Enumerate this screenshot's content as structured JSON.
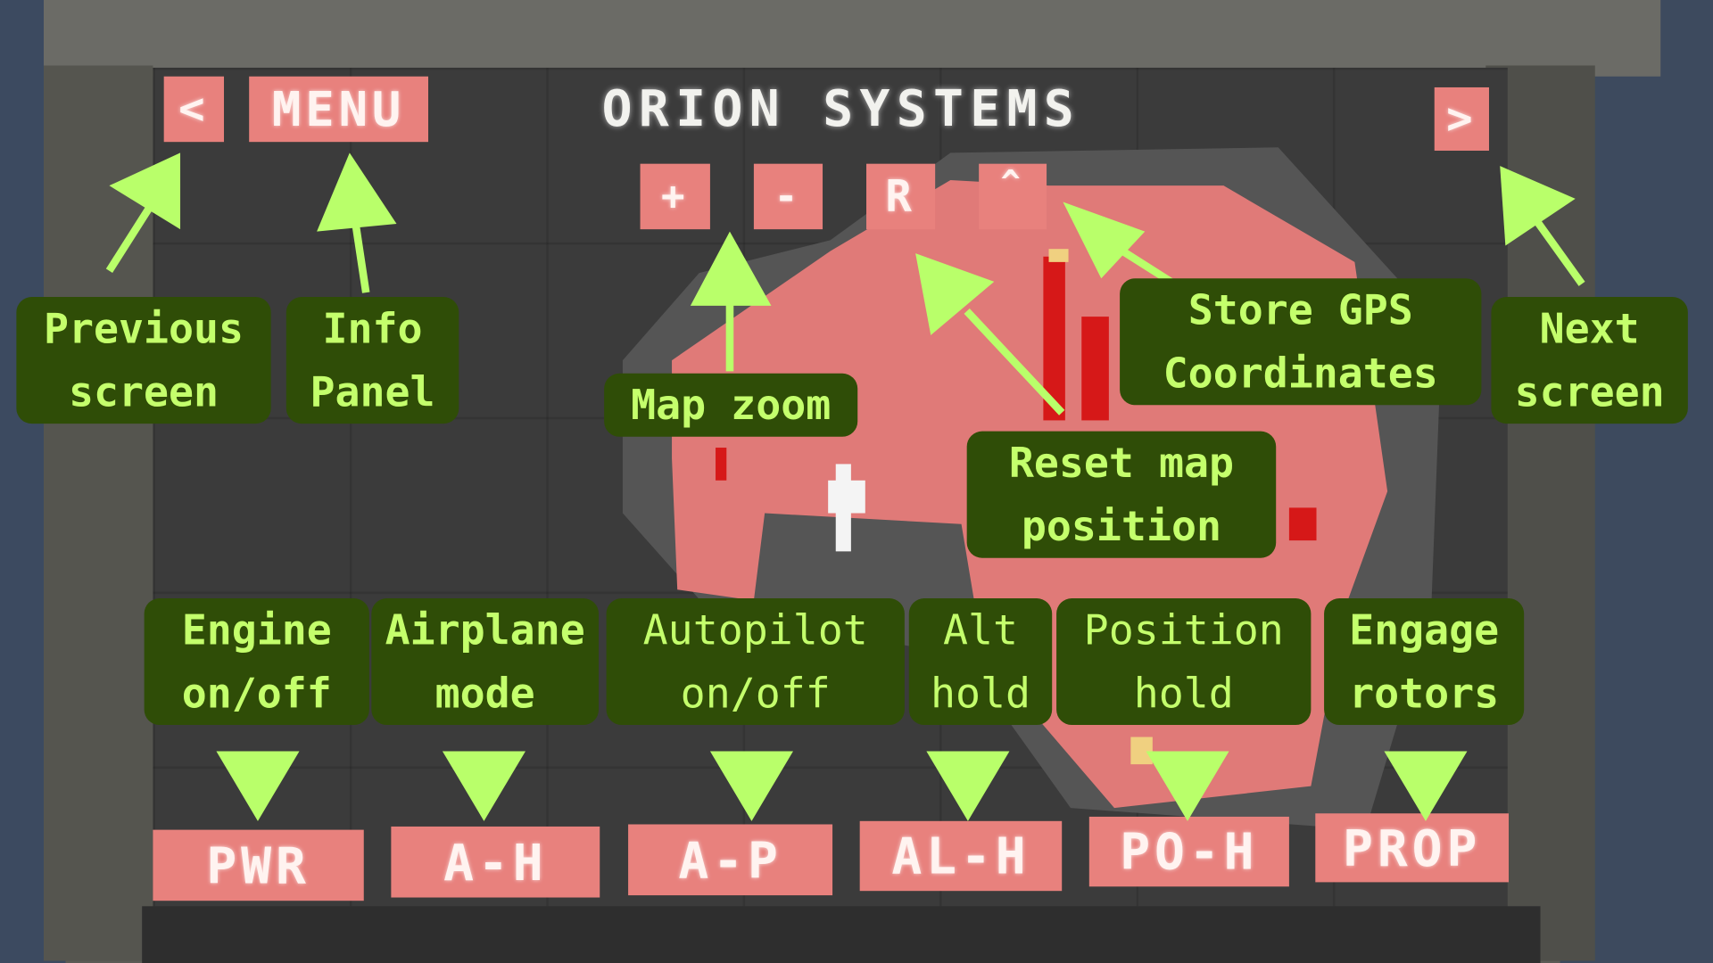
{
  "header": {
    "title": "ORION SYSTEMS",
    "prev_label": "<",
    "menu_label": "MENU",
    "next_label": ">"
  },
  "map_controls": {
    "zoom_in": "+",
    "zoom_out": "-",
    "reset": "R",
    "store_gps": "^"
  },
  "bottom_buttons": [
    "PWR",
    "A-H",
    "A-P",
    "AL-H",
    "PO-H",
    "PROP"
  ],
  "annotations": {
    "previous_screen": [
      "Previous",
      "screen"
    ],
    "info_panel": [
      "Info",
      "Panel"
    ],
    "map_zoom": [
      "Map zoom"
    ],
    "store_gps": [
      "Store GPS",
      "Coordinates"
    ],
    "next_screen": [
      "Next",
      "screen"
    ],
    "reset_map": [
      "Reset map",
      "position"
    ],
    "engine": [
      "Engine",
      "on/off"
    ],
    "airplane": [
      "Airplane",
      "mode"
    ],
    "autopilot": [
      "Autopilot",
      "on/off"
    ],
    "alt_hold": [
      "Alt",
      "hold"
    ],
    "position_hold": [
      "Position",
      "hold"
    ],
    "engage_rotors": [
      "Engage",
      "rotors"
    ]
  },
  "colors": {
    "button": "#e8817d",
    "label_bg": "#2f4d07",
    "label_text": "#c4ff6c",
    "arrow": "#b9ff6a",
    "screen": "#3b3b3b",
    "map_land": "#e07a78",
    "map_water": "#555555"
  }
}
